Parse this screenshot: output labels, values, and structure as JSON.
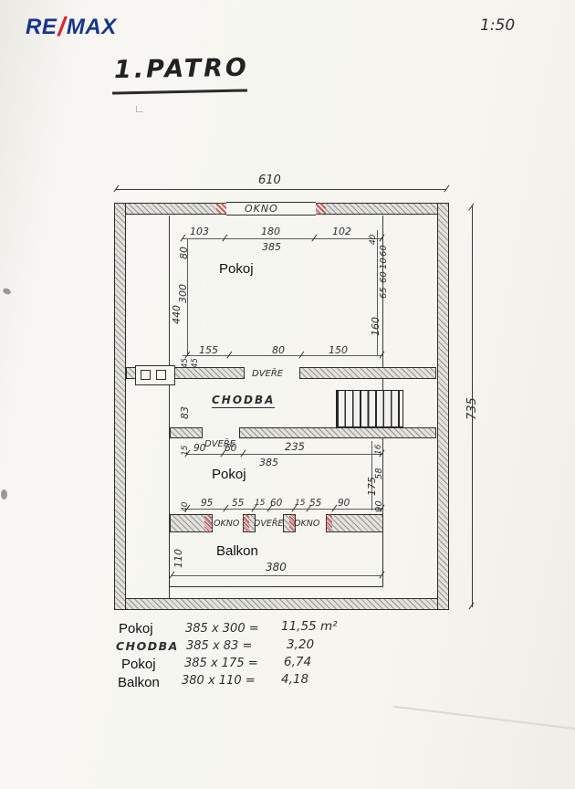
{
  "logo": {
    "re": "RE",
    "slash": "/",
    "max": "MAX",
    "blue": "#16368c",
    "red": "#e02330"
  },
  "header": {
    "scale": "1:50",
    "title": "1.PATRO"
  },
  "plan": {
    "overall_width": "610",
    "overall_height": "735",
    "okno_top": "OKNO",
    "room1": {
      "label": "Pokoj",
      "top_dims": [
        "103",
        "180",
        "102"
      ],
      "top_right_dim": "40",
      "top_total": "385",
      "left_dims": [
        "80",
        "300",
        "440"
      ],
      "left_small_dims": [
        "45",
        "45"
      ],
      "right_dims": [
        "60",
        "10",
        "60",
        "65",
        "160"
      ],
      "bottom_dims": [
        "155",
        "80",
        "150"
      ],
      "door": "DVEŘE"
    },
    "chodba": {
      "label": "CHODBA",
      "height": "83"
    },
    "room2": {
      "label": "Pokoj",
      "door": "DVEŘE",
      "top_left_dim": "15",
      "top_dims": [
        "90",
        "60",
        "235"
      ],
      "top_total": "385",
      "right_dims": [
        "16",
        "58",
        "175"
      ],
      "bottom_dims": [
        "95",
        "55",
        "15",
        "60",
        "15",
        "55",
        "90"
      ],
      "bottom_left_dim": "40",
      "bottom_right_dim": "90",
      "openings": [
        "OKNO",
        "DVEŘE",
        "OKNO"
      ]
    },
    "balkon": {
      "label": "Balkon",
      "width": "380",
      "height": "110"
    }
  },
  "legend": {
    "rows": [
      {
        "name": "Pokoj",
        "expr": "385 x 300 =",
        "value": "11,55 m²"
      },
      {
        "name": "CHODBA",
        "expr": "385 x 83 =",
        "value": "3,20"
      },
      {
        "name": "Pokoj",
        "expr": "385 x 175 =",
        "value": "6,74"
      },
      {
        "name": "Balkon",
        "expr": "380 x 110 =",
        "value": "4,18"
      }
    ]
  }
}
